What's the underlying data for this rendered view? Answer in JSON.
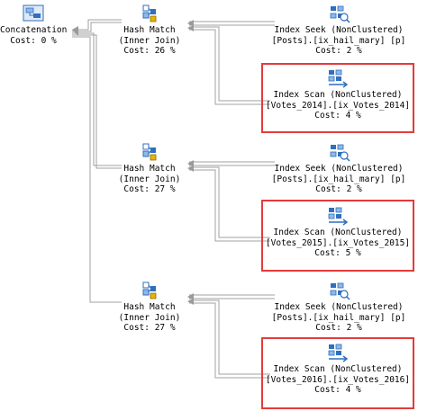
{
  "plan": {
    "concatenation": {
      "icon": "concatenation-icon",
      "name": "Concatenation",
      "cost": "Cost: 0 %"
    },
    "branches": [
      {
        "hash": {
          "icon": "hash-match-icon",
          "name": "Hash Match",
          "sub": "(Inner Join)",
          "cost": "Cost: 26 %"
        },
        "seek": {
          "icon": "index-seek-icon",
          "name": "Index Seek (NonClustered)",
          "obj": "[Posts].[ix_hail_mary] [p]",
          "cost": "Cost: 2 %"
        },
        "scan": {
          "icon": "index-scan-icon",
          "name": "Index Scan (NonClustered)",
          "obj": "[Votes_2014].[ix_Votes_2014]",
          "cost": "Cost: 4 %"
        }
      },
      {
        "hash": {
          "icon": "hash-match-icon",
          "name": "Hash Match",
          "sub": "(Inner Join)",
          "cost": "Cost: 27 %"
        },
        "seek": {
          "icon": "index-seek-icon",
          "name": "Index Seek (NonClustered)",
          "obj": "[Posts].[ix_hail_mary] [p]",
          "cost": "Cost: 2 %"
        },
        "scan": {
          "icon": "index-scan-icon",
          "name": "Index Scan (NonClustered)",
          "obj": "[Votes_2015].[ix_Votes_2015]",
          "cost": "Cost: 5 %"
        }
      },
      {
        "hash": {
          "icon": "hash-match-icon",
          "name": "Hash Match",
          "sub": "(Inner Join)",
          "cost": "Cost: 27 %"
        },
        "seek": {
          "icon": "index-seek-icon",
          "name": "Index Seek (NonClustered)",
          "obj": "[Posts].[ix_hail_mary] [p]",
          "cost": "Cost: 2 %"
        },
        "scan": {
          "icon": "index-scan-icon",
          "name": "Index Scan (NonClustered)",
          "obj": "[Votes_2016].[ix_Votes_2016]",
          "cost": "Cost: 4 %"
        }
      }
    ]
  },
  "colors": {
    "highlight": "#e53a3a",
    "icon_blue": "#2f6fbd",
    "icon_light": "#8fb8e8",
    "wire": "#9a9a9a"
  }
}
